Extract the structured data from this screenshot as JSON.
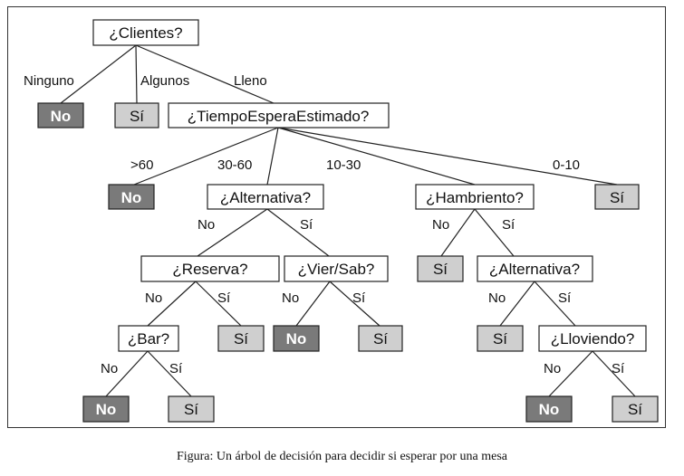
{
  "colors": {
    "leaf_no": "#7a7a7a",
    "leaf_si": "#cfcfcf",
    "question": "#ffffff",
    "stroke": "#222222"
  },
  "nodes": {
    "clientes": "¿Clientes?",
    "clientes_no": "No",
    "clientes_si": "Sí",
    "tiempo": "¿TiempoEsperaEstimado?",
    "tiempo_no": "No",
    "alternativa1": "¿Alternativa?",
    "hambriento": "¿Hambriento?",
    "tiempo_si": "Sí",
    "reserva": "¿Reserva?",
    "viersab": "¿Vier/Sab?",
    "hambriento_si": "Sí",
    "alternativa2": "¿Alternativa?",
    "bar": "¿Bar?",
    "reserva_si": "Sí",
    "viersab_no": "No",
    "viersab_si": "Sí",
    "alternativa2_si": "Sí",
    "lloviendo": "¿Lloviendo?",
    "bar_no": "No",
    "bar_si": "Sí",
    "lloviendo_no": "No",
    "lloviendo_si": "Sí"
  },
  "edges": {
    "ninguno": "Ninguno",
    "algunos": "Algunos",
    "lleno": "Lleno",
    "gt60": ">60",
    "e30_60": "30-60",
    "e10_30": "10-30",
    "e0_10": "0-10",
    "alt1_no": "No",
    "alt1_si": "Sí",
    "ham_no": "No",
    "ham_si": "Sí",
    "res_no": "No",
    "res_si": "Sí",
    "vs_no": "No",
    "vs_si": "Sí",
    "alt2_no": "No",
    "alt2_si": "Sí",
    "bar_no": "No",
    "bar_si": "Sí",
    "llov_no": "No",
    "llov_si": "Sí"
  },
  "caption": "Figura: Un árbol de decisión para decidir si esperar por una mesa"
}
